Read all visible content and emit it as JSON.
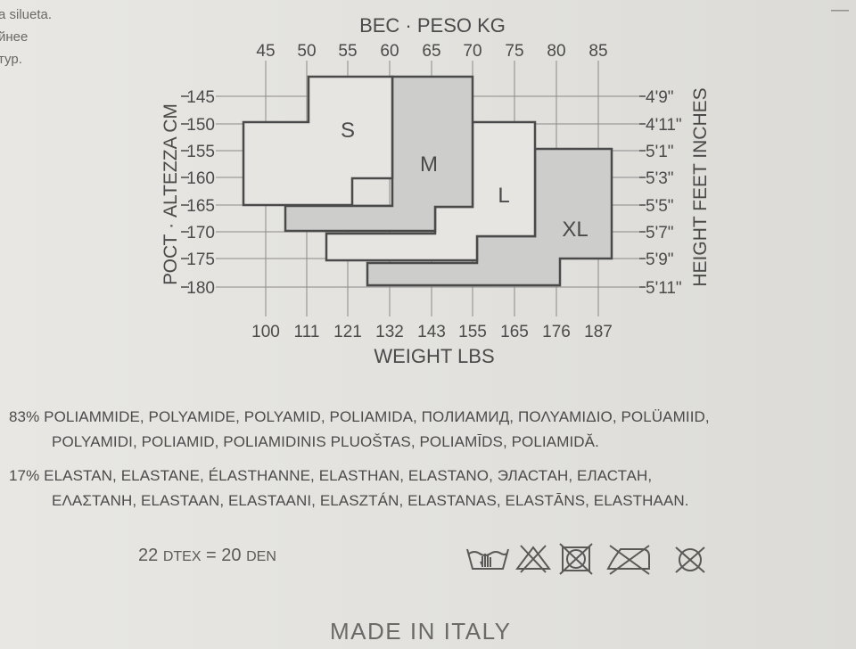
{
  "corner_text": [
    "a silueta.",
    "йнее",
    "тур."
  ],
  "corner_mark": "—",
  "chart": {
    "top_title": "ВЕС · PESO KG",
    "kg_ticks": [
      "45",
      "50",
      "55",
      "60",
      "65",
      "70",
      "75",
      "80",
      "85"
    ],
    "left_title": "РОСТ · ALTEZZA CM",
    "cm_ticks": [
      "145",
      "150",
      "155",
      "160",
      "165",
      "170",
      "175",
      "180"
    ],
    "right_title": "HEIGHT FEET INCHES",
    "inch_ticks": [
      "4'9\"",
      "4'11\"",
      "5'1\"",
      "5'3\"",
      "5'5\"",
      "5'7\"",
      "5'9\"",
      "5'11\""
    ],
    "lbs_ticks": [
      "100",
      "111",
      "121",
      "132",
      "143",
      "155",
      "165",
      "176",
      "187"
    ],
    "bottom_title": "WEIGHT LBS",
    "sizes": [
      "S",
      "M",
      "L",
      "XL"
    ]
  },
  "composition": {
    "poly_line1": "83% POLIAMMIDE, POLYAMIDE, POLYAMID, POLIAMIDA, ПОЛИАМИД, ΠΟΛΥΑΜΙΔΙΟ, POLÜAMIID,",
    "poly_line2": "POLYAMIDI, POLIAMID, POLIAMIDINIS PLUOŠTAS, POLIAMĪDS, POLIAMIDĂ.",
    "elast_line1": "17% ELASTAN, ELASTANE, ÉLASTHANNE, ELASTHAN, ELASTANO, ЭЛАСТАН, ЕЛАСТАН,",
    "elast_line2": "ΕΛΑΣΤΑΝΗ, ELASTAAN, ELASTAANI, ELASZTÁN, ELASTANAS, ELASTĀNS, ELASTHAAN."
  },
  "dtex": {
    "num1": "22",
    "unit1": "DTEX",
    "eq": "=",
    "num2": "20",
    "unit2": "DEN"
  },
  "care_icons": [
    "hand-wash-icon",
    "no-bleach-icon",
    "no-tumble-dry-icon",
    "no-iron-icon",
    "no-dry-clean-icon"
  ],
  "made_in": "MADE IN ITALY"
}
